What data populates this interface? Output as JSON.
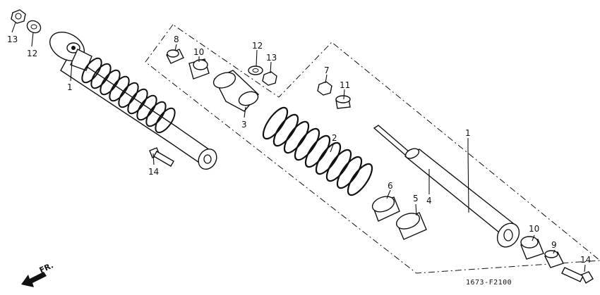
{
  "diagram_code": "1673-F2100",
  "direction_label": "FR.",
  "callouts": {
    "c13a": "13",
    "c12a": "12",
    "c1a": "1",
    "c14a": "14",
    "c8": "8",
    "c10a": "10",
    "c12b": "12",
    "c13b": "13",
    "c3": "3",
    "c7": "7",
    "c11": "11",
    "c2": "2",
    "c1b": "1",
    "c6": "6",
    "c5": "5",
    "c4": "4",
    "c10b": "10",
    "c9": "9",
    "c14b": "14"
  }
}
